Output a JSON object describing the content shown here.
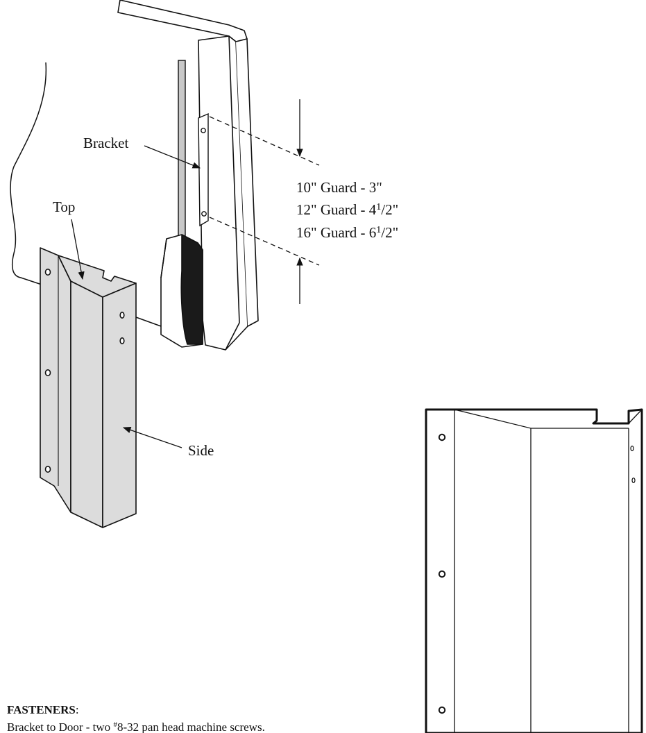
{
  "labels": {
    "bracket": "Bracket",
    "top": "Top",
    "side": "Side",
    "dim_10": "10\" Guard - 3\"",
    "dim_12_main": "12\" Guard - 4",
    "dim_12_frac_num": "1",
    "dim_12_frac_den": "/2\"",
    "dim_16_main": "16\" Guard - 6",
    "dim_16_frac_num": "1",
    "dim_16_frac_den": "/2\""
  },
  "fasteners": {
    "heading": "FASTENERS",
    "heading_colon": ":",
    "line1_a": "Bracket to Door - two ",
    "line1_sup": "#",
    "line1_b": "8-32 pan head machine screws."
  },
  "colors": {
    "stroke": "#111111",
    "guard_fill": "#dcdcdc",
    "rod_fill": "#c8c8c8",
    "seal_fill": "#1a1a1a",
    "panel_fill": "#ffffff"
  }
}
